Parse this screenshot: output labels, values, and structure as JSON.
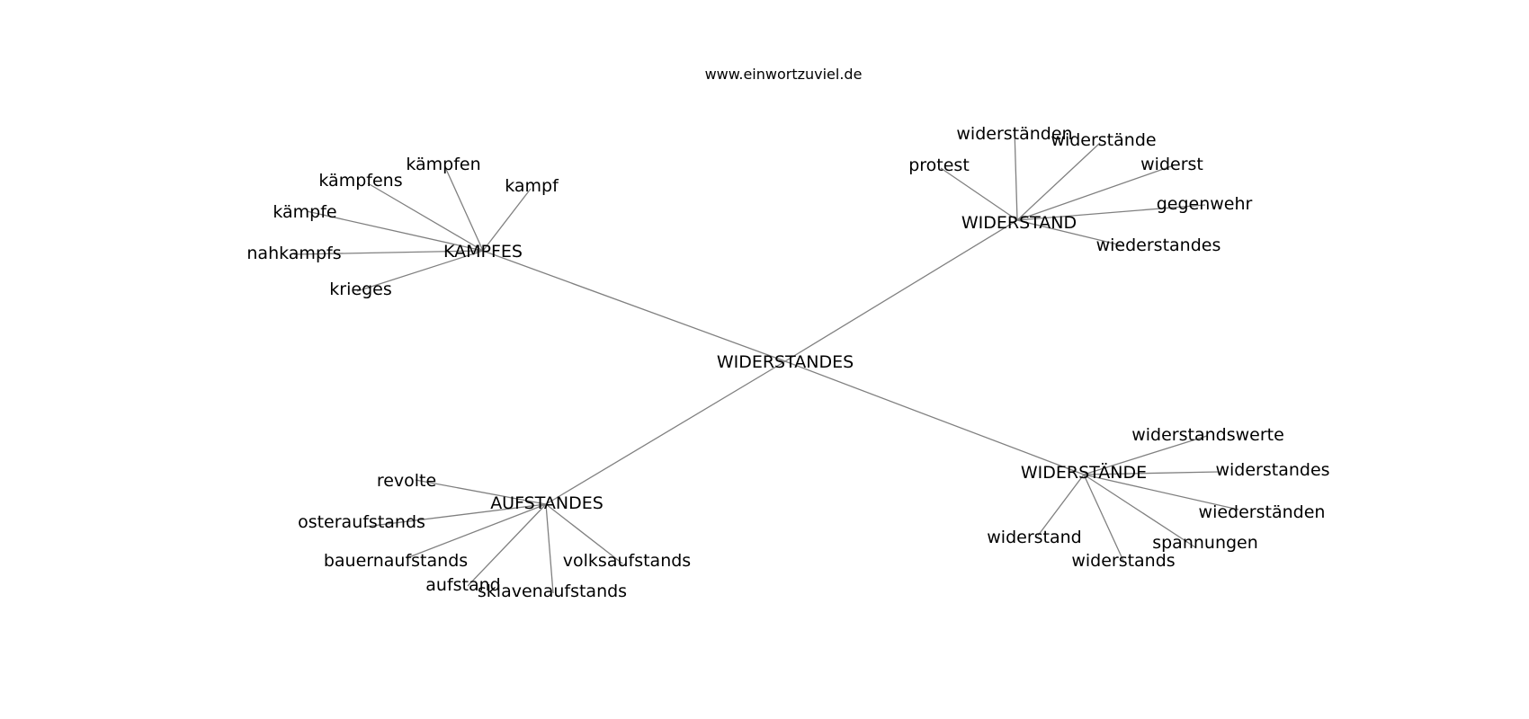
{
  "watermark": "www.einwortzuviel.de",
  "graph": {
    "root": "WIDERSTANDES",
    "clusters": [
      {
        "hub": "KAMPFES",
        "neighbors": [
          "kämpfen",
          "kämpfens",
          "kampf",
          "kämpfe",
          "nahkampfs",
          "krieges"
        ]
      },
      {
        "hub": "WIDERSTAND",
        "neighbors": [
          "widerständen",
          "widerstände",
          "protest",
          "widerst",
          "gegenwehr",
          "wiederstandes"
        ]
      },
      {
        "hub": "AUFSTANDES",
        "neighbors": [
          "revolte",
          "osteraufstands",
          "bauernaufstands",
          "volksaufstands",
          "aufstand",
          "sklavenaufstands"
        ]
      },
      {
        "hub": "WIDERSTÄNDE",
        "neighbors": [
          "widerstandswerte",
          "widerstandes",
          "wiederständen",
          "widerstand",
          "spannungen",
          "widerstands"
        ]
      }
    ]
  },
  "colors": {
    "edge": "#808080",
    "text": "#000000",
    "background": "#ffffff"
  }
}
